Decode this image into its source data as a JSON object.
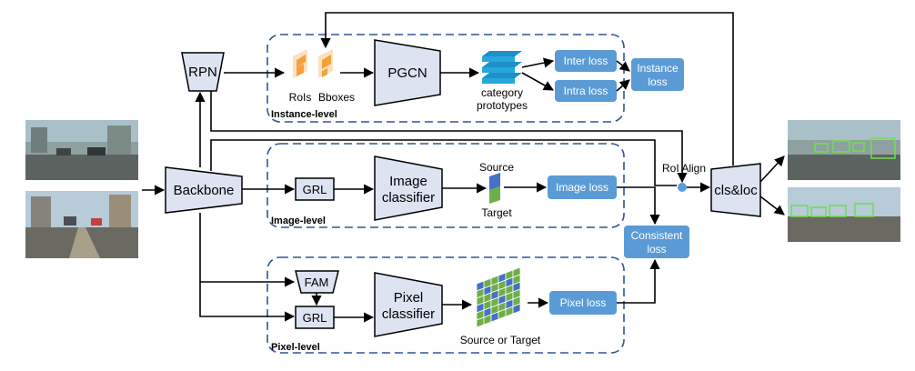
{
  "modules": {
    "rpn": "RPN",
    "backbone": "Backbone",
    "pgcn": "PGCN",
    "grl_image": "GRL",
    "image_classifier_line1": "Image",
    "image_classifier_line2": "classifier",
    "fam": "FAM",
    "grl_pixel": "GRL",
    "pixel_classifier_line1": "Pixel",
    "pixel_classifier_line2": "classifier",
    "cls_loc": "cls&loc"
  },
  "labels": {
    "rois": "RoIs",
    "bboxes": "Bboxes",
    "category_prototypes_line1": "category",
    "category_prototypes_line2": "prototypes",
    "source": "Source",
    "target": "Target",
    "source_or_target": "Source or Target",
    "roi_align": "RoI Align"
  },
  "groups": {
    "instance": "Instance-level",
    "image": "Image-level",
    "pixel": "Pixel-level"
  },
  "losses": {
    "inter": "Inter loss",
    "intra": "Intra loss",
    "instance_line1": "Instance",
    "instance_line2": "loss",
    "image": "Image loss",
    "consistent_line1": "Consistent",
    "consistent_line2": "loss",
    "pixel": "Pixel  loss"
  },
  "colors": {
    "module_fill": "#dde3f1",
    "loss_fill": "#5b9bd5",
    "group_border": "#2f5597",
    "roi_orange": "#f4a13a",
    "source_blue": "#4472c4",
    "target_green": "#70ad47",
    "detection_box": "#6fe04a"
  }
}
